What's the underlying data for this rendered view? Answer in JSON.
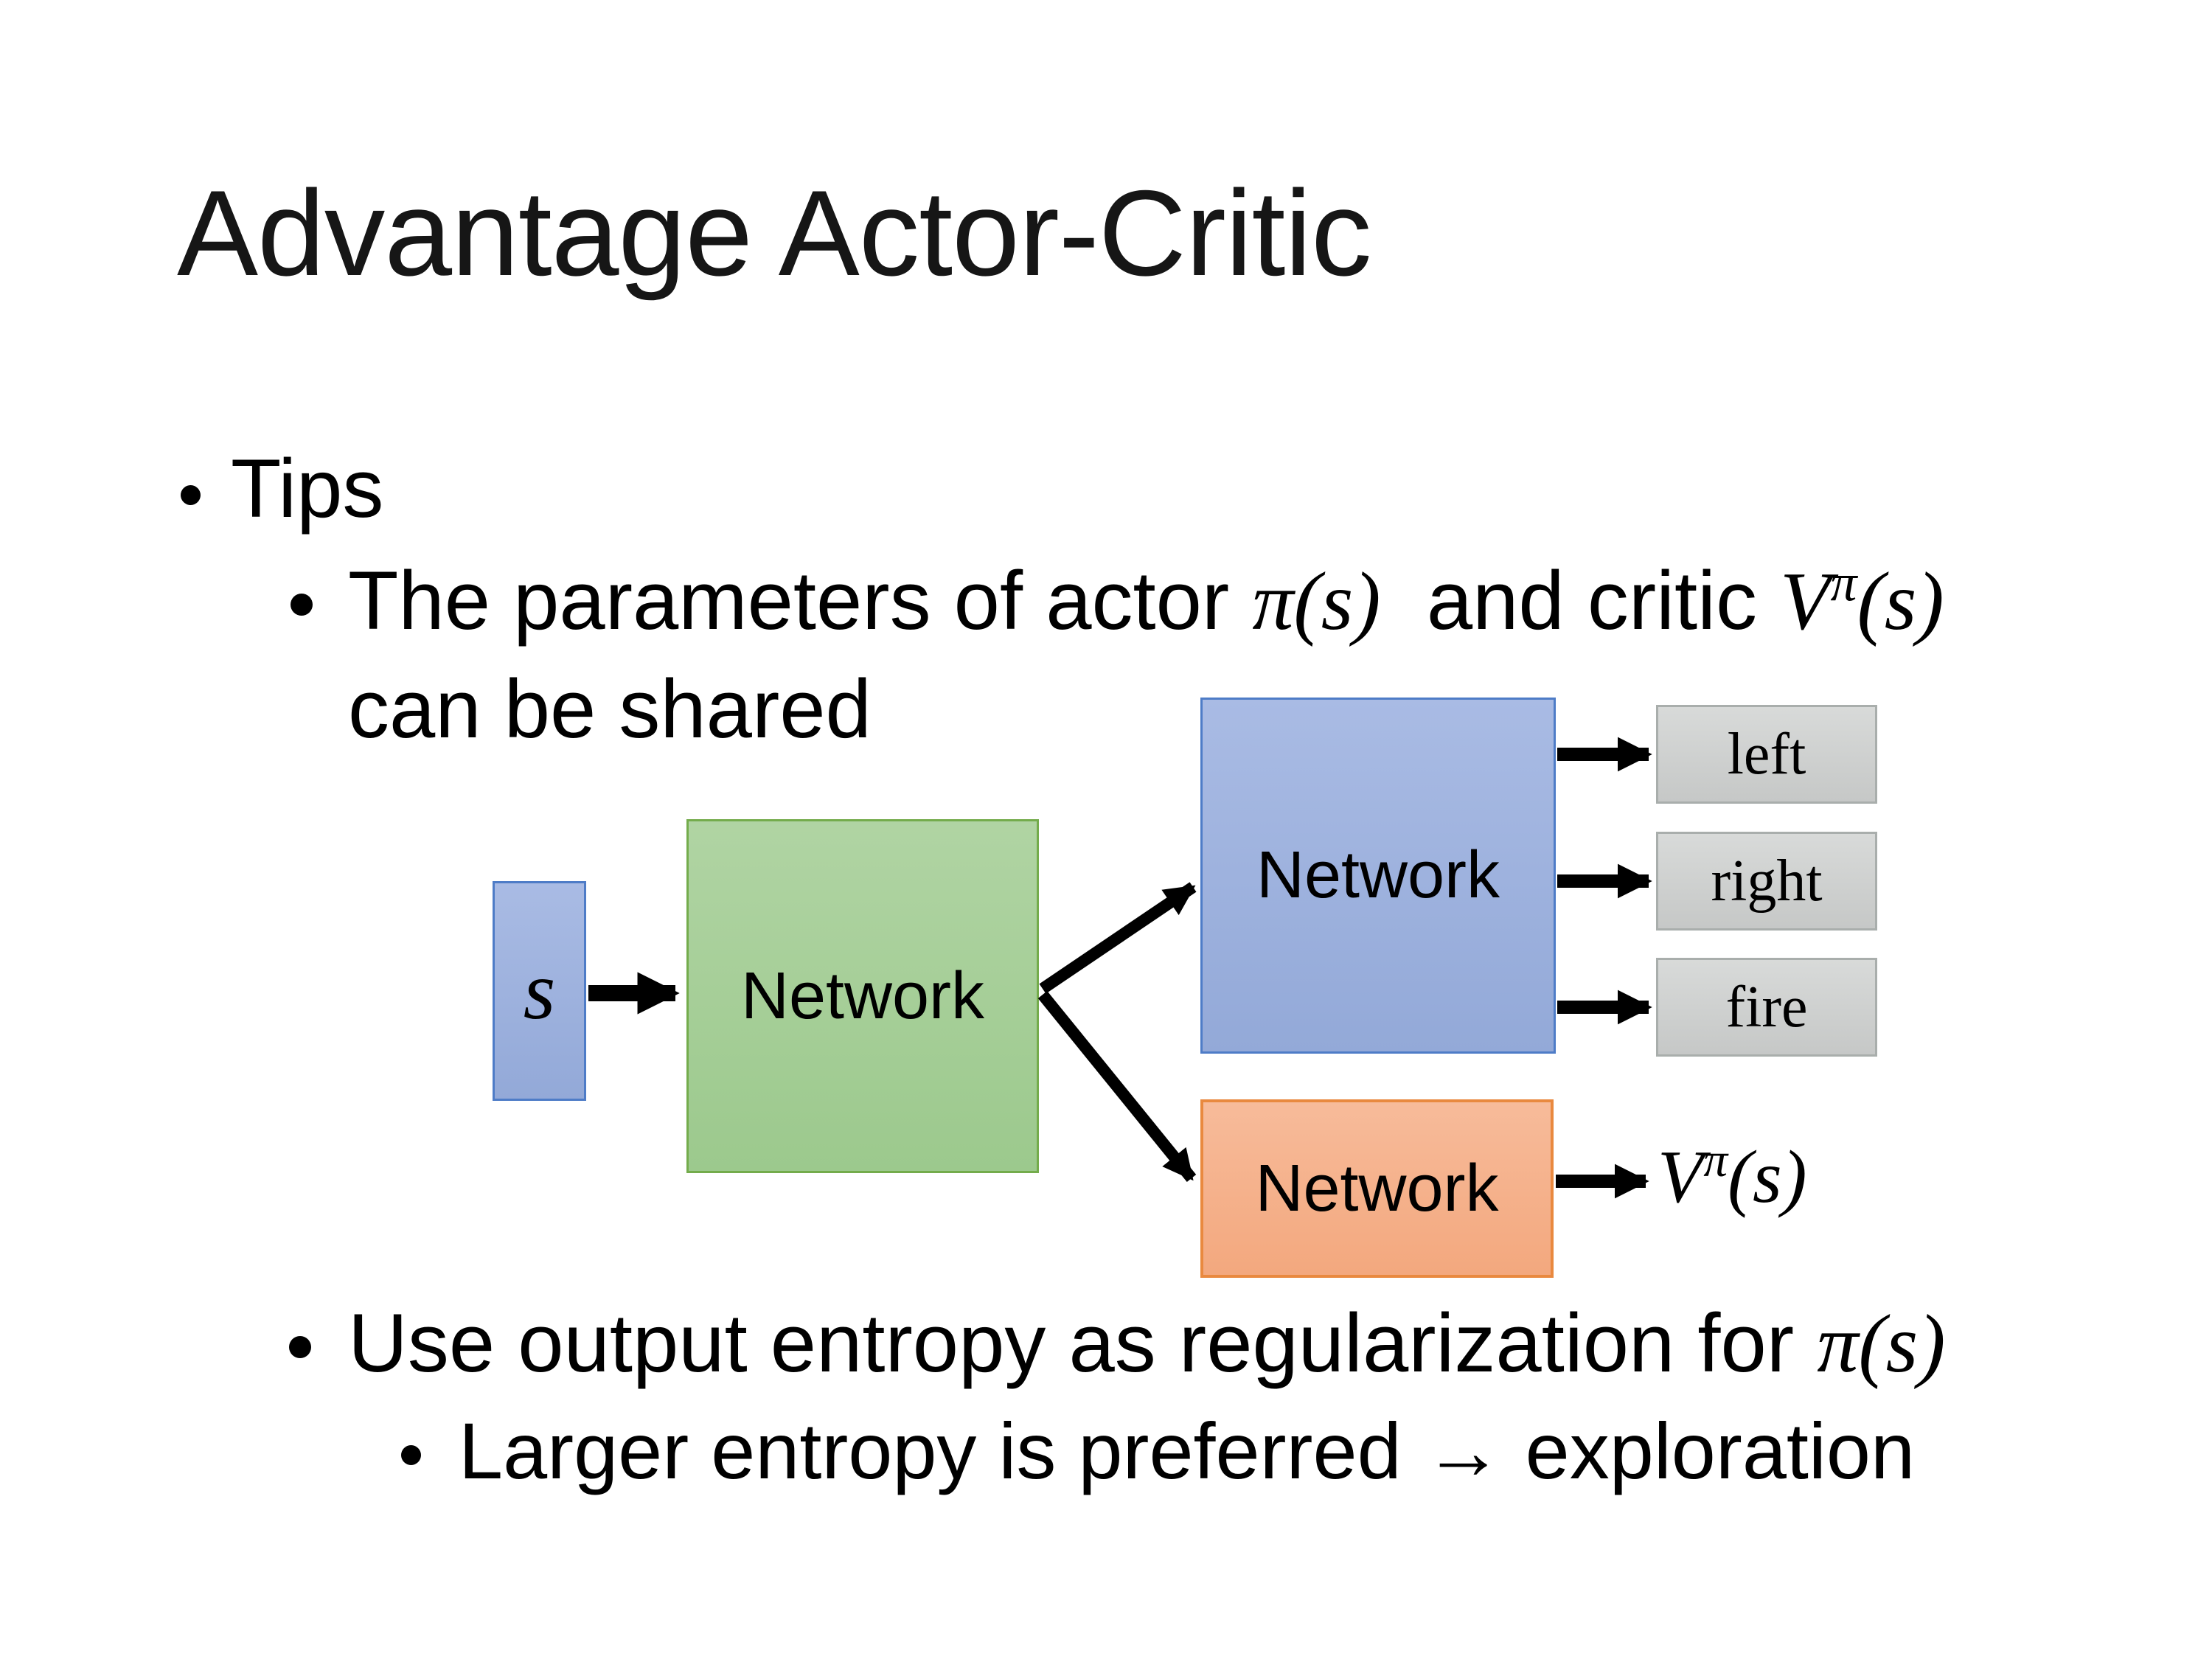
{
  "slide": {
    "title": "Advantage Actor-Critic",
    "bullets": {
      "tips_label": "Tips",
      "b1_text": "The parameters of actor ",
      "b1_math1": "π(s)",
      "b1_mid": "  and critic ",
      "b1_math2_base": "V",
      "b1_math2_sup": "π",
      "b1_math2_args": "(s)",
      "b1_line2": "can be shared",
      "b2_text": "Use output entropy as regularization for ",
      "b2_math": "π(s)",
      "b3_text": "Larger entropy is preferred → exploration"
    },
    "diagram": {
      "s_label": "s",
      "shared_network_label": "Network",
      "actor_network_label": "Network",
      "critic_network_label": "Network",
      "actions": [
        "left",
        "right",
        "fire"
      ],
      "value_base": "V",
      "value_sup": "π",
      "value_args": "(s)",
      "colors": {
        "blue_fill_top": "#A9BBE4",
        "blue_fill_bottom": "#93A9D8",
        "blue_border": "#4E7CC7",
        "green_fill_top": "#B0D4A3",
        "green_fill_bottom": "#9CC98D",
        "green_border": "#74AC4C",
        "orange_fill_top": "#F7BB9A",
        "orange_fill_bottom": "#F3A87E",
        "orange_border": "#E9893F",
        "gray_fill_top": "#D8DAD9",
        "gray_fill_bottom": "#C6C8C7",
        "gray_border": "#A9AEAC",
        "arrow_color": "#000000"
      }
    }
  }
}
